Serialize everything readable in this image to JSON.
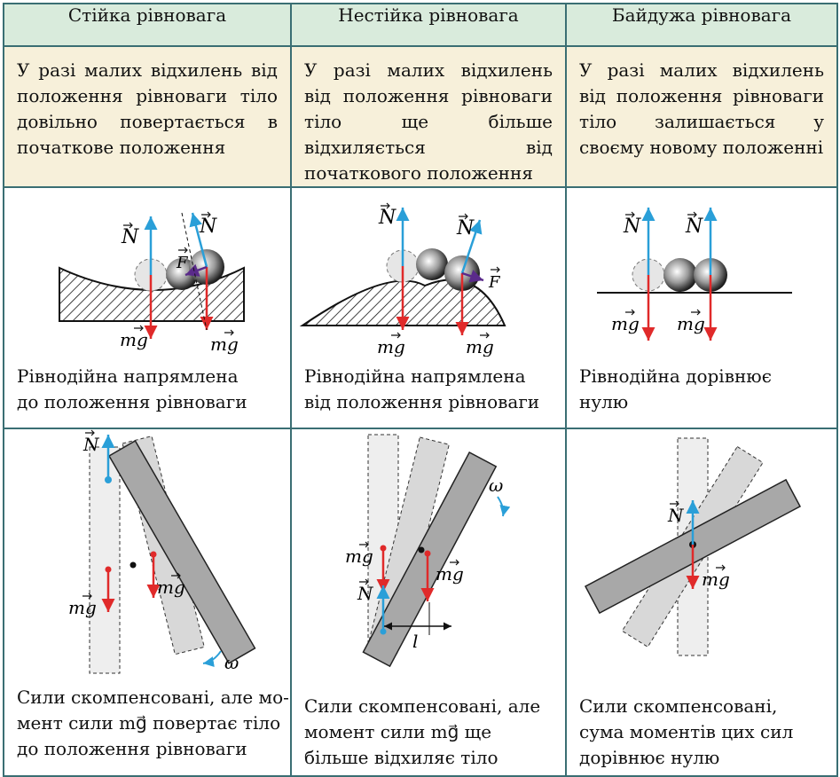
{
  "headers": {
    "stable": "Стійка рівновага",
    "unstable": "Нестійка рівновага",
    "indifferent": "Байдужа рівновага"
  },
  "descriptions": {
    "stable": "У разі малих відхилень від положення рівноваги тіло довільно повертається в початкове положення",
    "unstable": "У разі малих відхилень від положення рівноваги тіло ще більше відхиляється від початкового положення",
    "indifferent": "У разі малих відхилень від положення рівноваги тіло залишається у своєму новому положенні"
  },
  "resultants": {
    "stable": [
      "Рівнодійна напрямлена",
      "до положення рівноваги"
    ],
    "unstable": [
      "Рівнодійна напрямлена",
      "від положення рівноваги"
    ],
    "indifferent": [
      "Рівнодійна дорівнює",
      "нулю"
    ]
  },
  "moments": {
    "stable": [
      "Сили скомпенсовані, але мо-",
      "мент сили mg⃗  повертає тіло",
      "до положення рівноваги"
    ],
    "unstable": [
      "Сили скомпенсовані, але",
      "момент сили mg⃗  ще",
      "більше відхиляє тіло"
    ],
    "indifferent": [
      "Сили скомпенсовані,",
      "сума моментів цих сил",
      "дорівнює нулю"
    ]
  },
  "symbols": {
    "normal": "N",
    "gravity": "mg",
    "force": "F",
    "omega": "ω",
    "arm": "l"
  },
  "colors": {
    "normal_arrow": "#2a9fd8",
    "gravity_arrow": "#e02a2a",
    "resultant_arrow": "#5a2a8a",
    "header_bg": "#d9ebdc",
    "description_bg": "#f7f0da",
    "border": "#3a6e73"
  }
}
